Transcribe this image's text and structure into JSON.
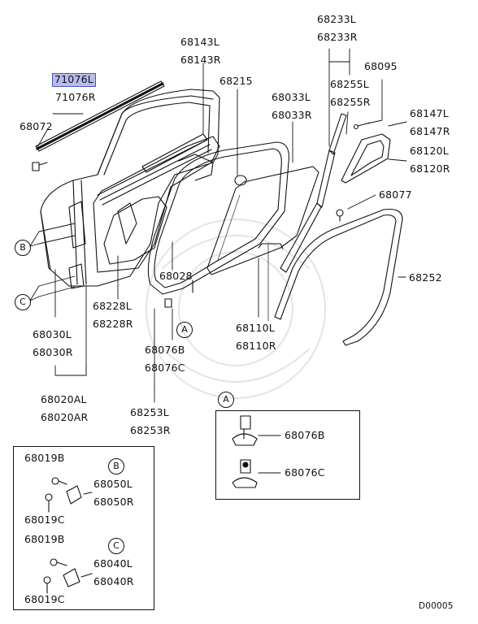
{
  "diagram_code": "D00005",
  "callouts": {
    "b_marker": "B",
    "c_marker": "C",
    "a_marker": "A",
    "a_box_marker": "A",
    "b_box_marker": "B",
    "c_box_marker": "C"
  },
  "parts": {
    "p71076L": "71076L",
    "p71076R": "71076R",
    "p68072": "68072",
    "p68143L": "68143L",
    "p68143R": "68143R",
    "p68215": "68215",
    "p68233L": "68233L",
    "p68233R": "68233R",
    "p68095": "68095",
    "p68255L": "68255L",
    "p68255R": "68255R",
    "p68033L": "68033L",
    "p68033R": "68033R",
    "p68147L": "68147L",
    "p68147R": "68147R",
    "p68120L": "68120L",
    "p68120R": "68120R",
    "p68077": "68077",
    "p68252": "68252",
    "p68028": "68028",
    "p68228L": "68228L",
    "p68228R": "68228R",
    "p68030L": "68030L",
    "p68030R": "68030R",
    "p68076B": "68076B",
    "p68076C": "68076C",
    "p68110L": "68110L",
    "p68110R": "68110R",
    "p68020AL": "68020AL",
    "p68020AR": "68020AR",
    "p68253L": "68253L",
    "p68253R": "68253R",
    "boxA_68076B": "68076B",
    "boxA_68076C": "68076C",
    "bc_68019B_1": "68019B",
    "bc_68050L": "68050L",
    "bc_68050R": "68050R",
    "bc_68019C_1": "68019C",
    "bc_68019B_2": "68019B",
    "bc_68040L": "68040L",
    "bc_68040R": "68040R",
    "bc_68019C_2": "68019C"
  }
}
